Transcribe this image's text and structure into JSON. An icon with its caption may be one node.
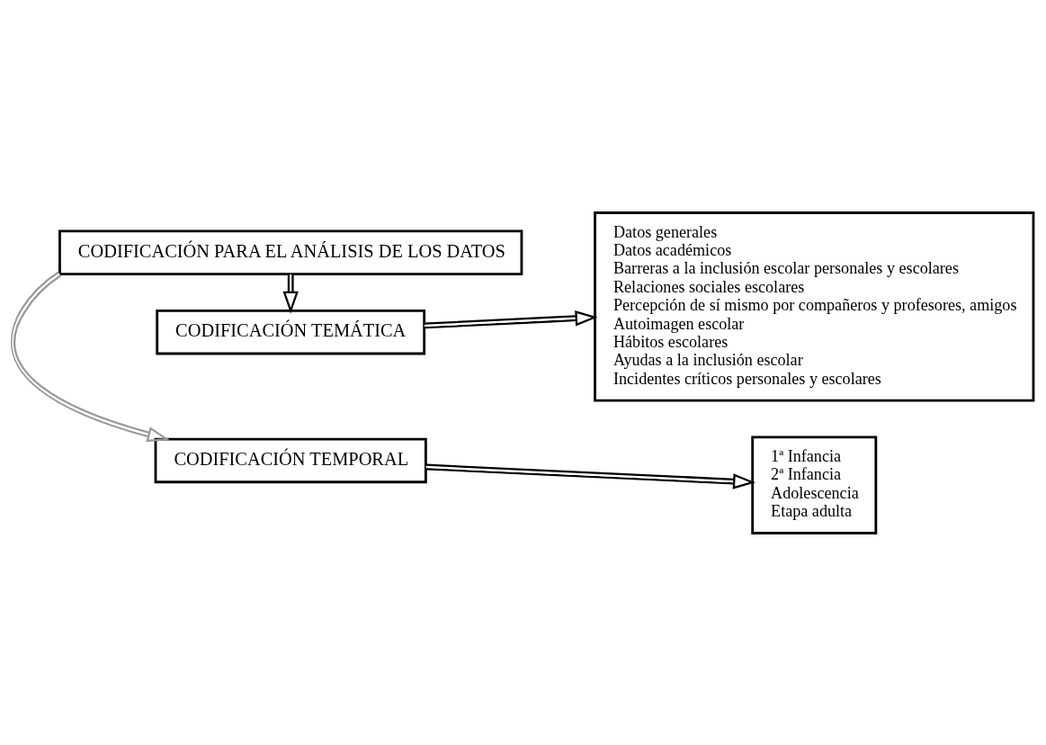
{
  "diagram": {
    "nodes": [
      {
        "text": [
          "CODIFICACIÓN PARA EL ANÁLISIS DE LOS DATOS"
        ]
      },
      {
        "text": [
          "CODIFICACIÓN TEMPORAL"
        ]
      },
      {
        "text": [
          "1ª Infancia",
          "2ª Infancia",
          "Adolescencia",
          "Etapa adulta"
        ]
      },
      {
        "text": [
          "CODIFICACIÓN TEMÁTICA"
        ]
      },
      {
        "text": [
          "Datos generales",
          "Datos académicos",
          "Barreras a la inclusión escolar personales y escolares",
          "Relaciones sociales escolares",
          "Percepción de sí mismo por compañeros y profesores, amigos",
          "Autoimagen escolar",
          "Hábitos escolares",
          "Ayudas a la inclusión escolar",
          "Incidentes críticos personales y escolares"
        ]
      }
    ],
    "edges": [
      {
        "from": 0,
        "to": 1,
        "arrow": "to",
        "color": "#999999"
      },
      {
        "from": 0,
        "to": 3,
        "arrow": "to"
      },
      {
        "from": 1,
        "to": 2,
        "arrow": "to"
      },
      {
        "from": 3,
        "to": 4,
        "arrow": "to"
      }
    ]
  }
}
